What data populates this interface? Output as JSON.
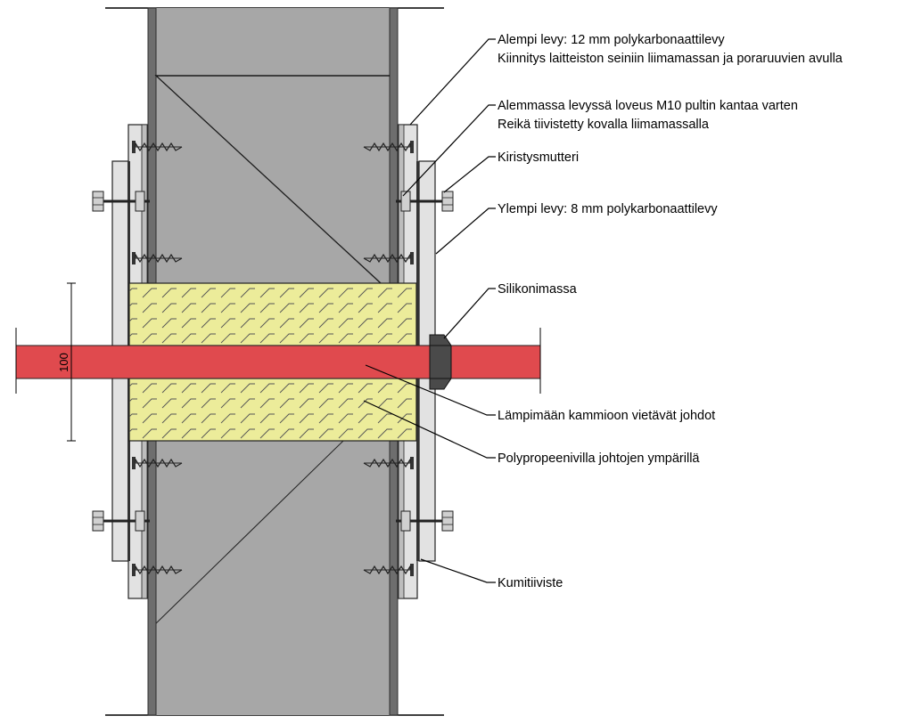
{
  "colors": {
    "wall": "#a7a7a7",
    "wall_edge": "#3c3c3c",
    "insulation": "#ecec9a",
    "cable": "#e04a4e",
    "plate": "#e2e2e2",
    "silicone": "#4a4a4a",
    "gasket": "#333333"
  },
  "labels": {
    "lower_plate_1": "Alempi levy: 12 mm polykarbonaattilevy",
    "lower_plate_2": "Kiinnitys laitteiston seiniin liimamassan ja poraruuvien avulla",
    "notch_1": "Alemmassa levyssä loveus M10 pultin kantaa varten",
    "notch_2": "Reikä tiivistetty kovalla liimamassalla",
    "nut": "Kiristysmutteri",
    "upper_plate": "Ylempi levy: 8 mm polykarbonaattilevy",
    "silicone": "Silikonimassa",
    "cables": "Lämpimään kammioon vietävät johdot",
    "wool": "Polypropeenivilla johtojen ympärillä",
    "gasket": "Kumitiiviste"
  },
  "dimension": {
    "value": "100"
  }
}
